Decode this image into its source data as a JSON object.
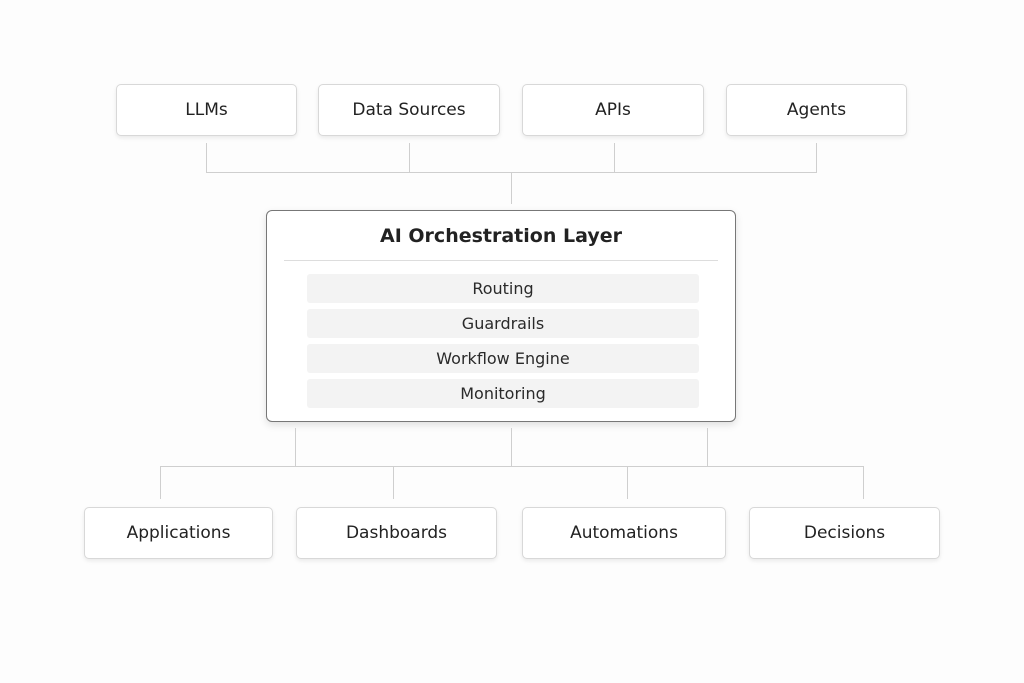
{
  "inputs": [
    {
      "label": "LLMs"
    },
    {
      "label": "Data Sources"
    },
    {
      "label": "APIs"
    },
    {
      "label": "Agents"
    }
  ],
  "core": {
    "title": "AI Orchestration Layer",
    "modules": [
      {
        "label": "Routing"
      },
      {
        "label": "Guardrails"
      },
      {
        "label": "Workflow Engine"
      },
      {
        "label": "Monitoring"
      }
    ]
  },
  "outputs": [
    {
      "label": "Applications"
    },
    {
      "label": "Dashboards"
    },
    {
      "label": "Automations"
    },
    {
      "label": "Decisions"
    }
  ],
  "colors": {
    "background": "#fdfdfd",
    "box_border": "#d8d8d8",
    "core_border": "#777777",
    "connector": "#cfcfcf",
    "module_fill": "#f3f3f3"
  }
}
